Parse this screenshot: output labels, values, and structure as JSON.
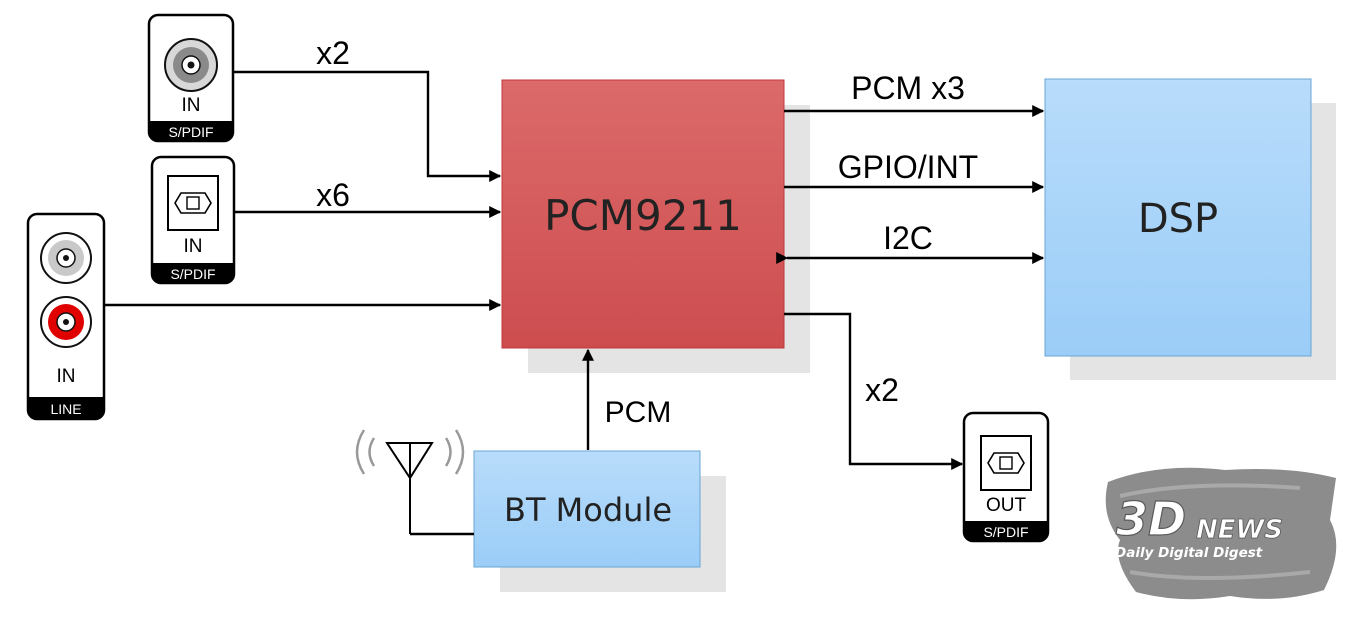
{
  "blocks": {
    "pcm": {
      "label": "PCM9211",
      "color": "#d9534f"
    },
    "dsp": {
      "label": "DSP",
      "color": "#a8d4f8"
    },
    "bt": {
      "label": "BT Module",
      "color": "#a8d4f8"
    }
  },
  "inputs": {
    "coax_spdif": {
      "io": "IN",
      "type": "S/PDIF"
    },
    "optical_spdif": {
      "io": "IN",
      "type": "S/PDIF"
    },
    "line": {
      "io": "IN",
      "type": "LINE"
    }
  },
  "outputs": {
    "optical_spdif": {
      "io": "OUT",
      "type": "S/PDIF"
    }
  },
  "signals": {
    "coax_count": "x2",
    "optical_in_count": "x6",
    "pcm_to_dsp": "PCM x3",
    "gpio": "GPIO/INT",
    "i2c": "I2C",
    "bt_link": "PCM",
    "spdif_out_count": "x2"
  },
  "watermark": {
    "brand": "3DNEWS",
    "tagline": "Daily Digital Digest"
  }
}
